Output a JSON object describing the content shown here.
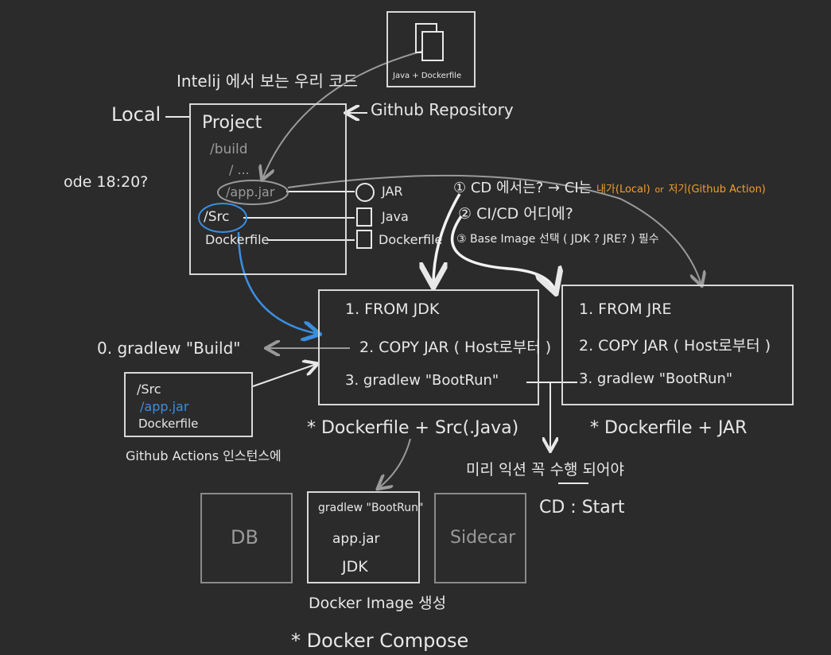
{
  "texts": {
    "file_icon_label": "Java + Dockerfile",
    "intellij_title": "Intelij 에서 보는 우리 코드",
    "local": "Local",
    "github_repo": "Github Repository",
    "project": "Project",
    "build": "/build",
    "dots": "/ ...",
    "app_jar": "/app.jar",
    "src": "/Src",
    "dockerfile": "Dockerfile",
    "legend_jar": "JAR",
    "legend_java": "Java",
    "legend_dockerfile": "Dockerfile",
    "left_partial": "ode 18:20?",
    "note1_prefix": "① CD 에서는? → CI는",
    "note1_local": "내가(Local)",
    "note1_or": "or",
    "note1_action": "저기(Github Action)",
    "note2": "② CI/CD 어디에?",
    "note3": "③ Base Image 선택 ( JDK ? JRE? ) 필수",
    "jdk_step1": "1. FROM JDK",
    "jdk_step2": "2. COPY JAR ( Host로부터 )",
    "jdk_step3": "3. gradlew \"BootRun\"",
    "jre_step1": "1. FROM JRE",
    "jre_step2": "2. COPY JAR ( Host로부터 )",
    "jre_step3": "3. gradlew \"BootRun\"",
    "gradlew_build": "0. gradlew \"Build\"",
    "gh_src": "/Src",
    "gh_app_jar": "/app.jar",
    "gh_dockerfile": "Dockerfile",
    "gh_actions_caption": "Github Actions 인스턴스에",
    "jdk_caption": "* Dockerfile + Src(.Java)",
    "jre_caption": "* Dockerfile + JAR",
    "before_note": "미리 익션 꼭 수행 되어야",
    "cd_start": "CD : Start",
    "db": "DB",
    "sidecar": "Sidecar",
    "img_gradlew": "gradlew \"BootRun\"",
    "img_app_jar": "app.jar",
    "img_jdk": "JDK",
    "docker_image_caption": "Docker Image 생성",
    "docker_compose": "* Docker Compose"
  },
  "colors": {
    "background": "#2b2b2b",
    "chalk": "#e8e8e8",
    "blue": "#3b8ee0",
    "orange": "#f0a030",
    "gray": "#9a9a9a"
  }
}
